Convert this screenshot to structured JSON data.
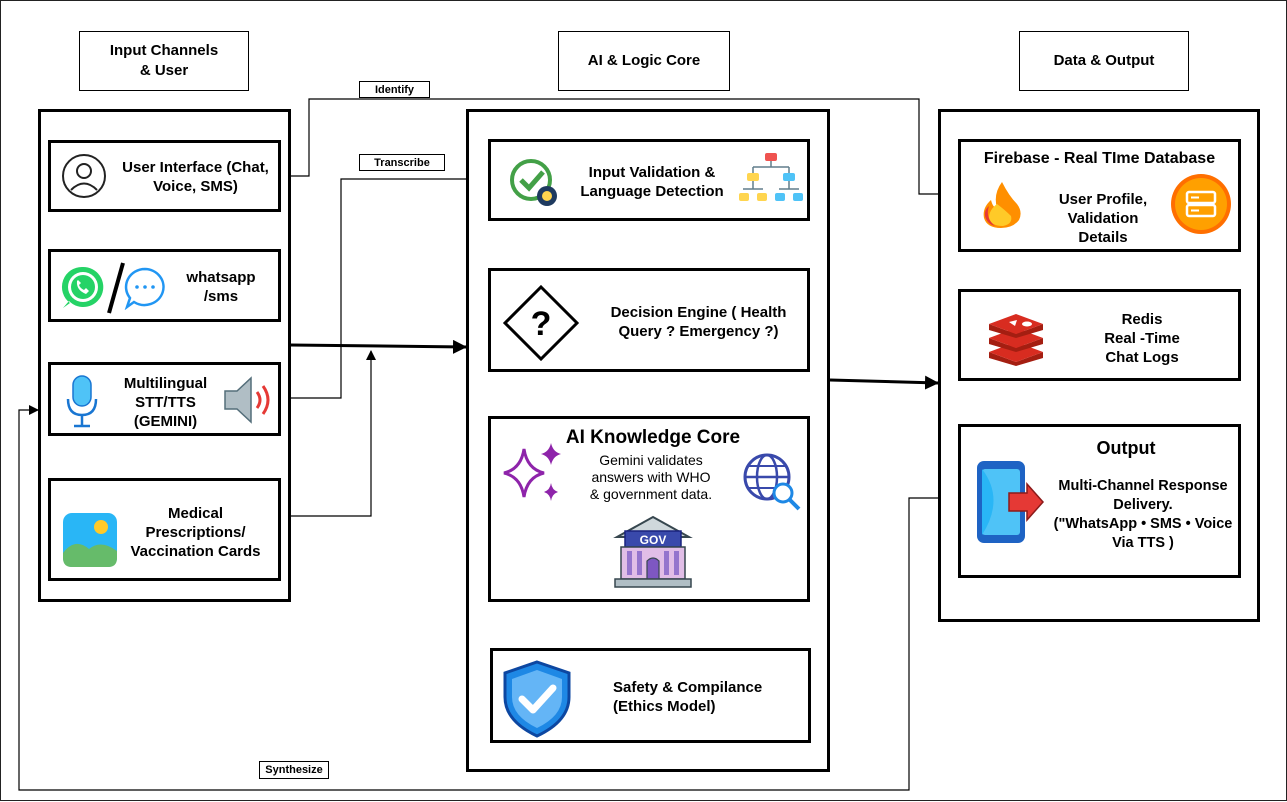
{
  "headers": {
    "input": "Input Channels\n& User",
    "ai": "AI & Logic Core",
    "data": "Data & Output"
  },
  "labels": {
    "identify": "Identify",
    "transcribe": "Transcribe",
    "synthesize": "Synthesize"
  },
  "input_nodes": {
    "ui": "User Interface (Chat,\nVoice, SMS)",
    "whatsapp": "whatsapp\n/sms",
    "stt": "Multilingual\nSTT/TTS\n(GEMINI)",
    "medical": "Medical\nPrescriptions/\nVaccination Cards"
  },
  "ai_nodes": {
    "validation": "Input Validation &\nLanguage Detection",
    "decision": "Decision Engine ( Health\nQuery ? Emergency ?)",
    "knowledge_title": "AI Knowledge Core",
    "knowledge_desc": "Gemini validates\nanswers with WHO\n& government data.",
    "gov_text": "GOV",
    "question_mark": "?",
    "safety": "Safety & Compilance\n(Ethics Model)"
  },
  "data_nodes": {
    "firebase_title": "Firebase - Real TIme Database",
    "firebase_desc": "User Profile,\nValidation\nDetails",
    "redis": "Redis\nReal -Time\nChat Logs",
    "output_title": "Output",
    "output_desc": "Multi-Channel Response\nDelivery.\n(\"WhatsApp • SMS • Voice\nVia TTS )"
  },
  "icons": [
    "user-icon",
    "whatsapp-icon",
    "sms-bubble-icon",
    "microphone-icon",
    "speaker-icon",
    "image-icon",
    "check-gear-icon",
    "hierarchy-icon",
    "question-diamond-icon",
    "sparkles-icon",
    "globe-search-icon",
    "government-building-icon",
    "shield-check-icon",
    "firebase-flame-icon",
    "server-icon",
    "redis-icon",
    "phone-arrow-icon"
  ],
  "colors": {
    "whatsapp": "#25D366",
    "sms": "#2196F3",
    "firebase_orange": "#FF8F00",
    "redis_red": "#D82C20",
    "sparkle_purple": "#8E24AA",
    "shield_blue": "#1E88E5",
    "phone_blue": "#1E63C4",
    "arrow_red": "#E53935"
  }
}
